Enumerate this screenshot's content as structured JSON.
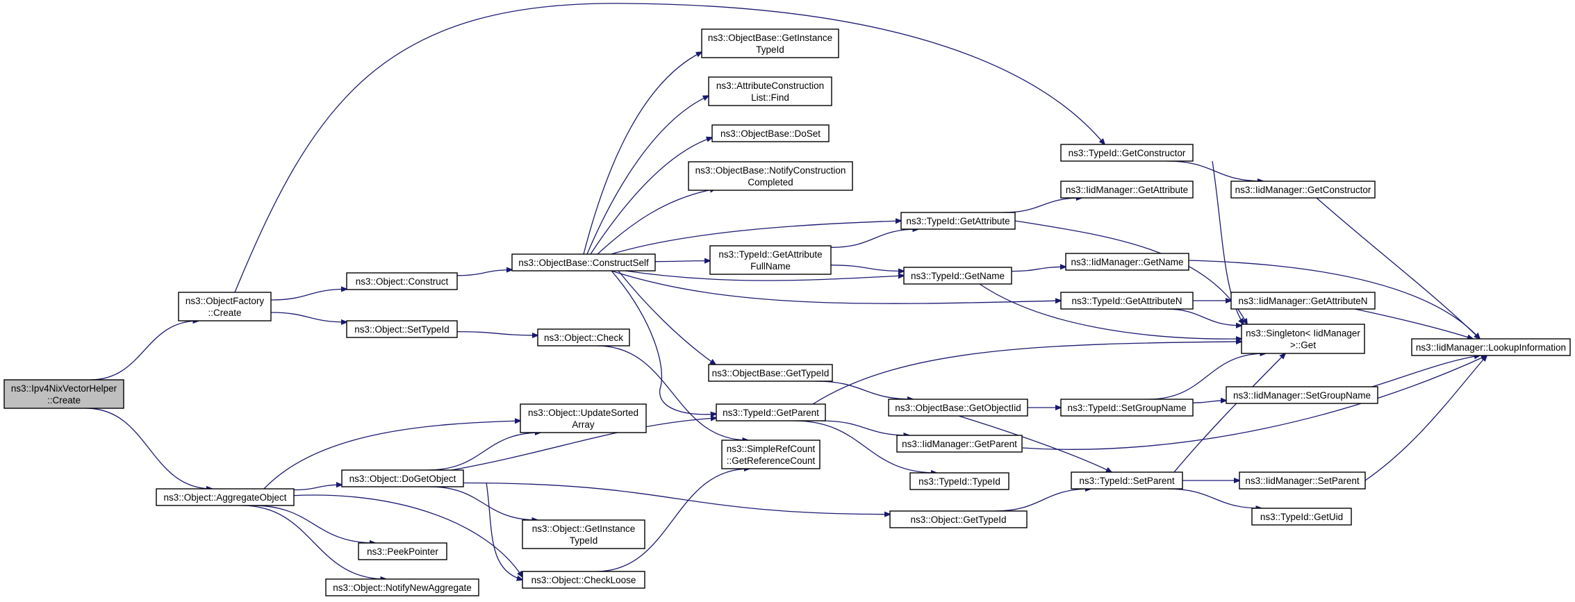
{
  "diagram": {
    "type": "call-graph",
    "root": "ipv4nix_create",
    "nodes": [
      {
        "id": "ipv4nix_create",
        "lines": [
          "ns3::Ipv4NixVectorHelper",
          "::Create"
        ]
      },
      {
        "id": "objfactory_create",
        "lines": [
          "ns3::ObjectFactory",
          "::Create"
        ]
      },
      {
        "id": "aggregate",
        "lines": [
          "ns3::Object::AggregateObject"
        ]
      },
      {
        "id": "construct",
        "lines": [
          "ns3::Object::Construct"
        ]
      },
      {
        "id": "settypeid",
        "lines": [
          "ns3::Object::SetTypeId"
        ]
      },
      {
        "id": "constructself",
        "lines": [
          "ns3::ObjectBase::ConstructSelf"
        ]
      },
      {
        "id": "getinstancetypeid_ob",
        "lines": [
          "ns3::ObjectBase::GetInstance",
          "TypeId"
        ]
      },
      {
        "id": "attrconsfind",
        "lines": [
          "ns3::AttributeConstruction",
          "List::Find"
        ]
      },
      {
        "id": "doset",
        "lines": [
          "ns3::ObjectBase::DoSet"
        ]
      },
      {
        "id": "notifycons",
        "lines": [
          "ns3::ObjectBase::NotifyConstruction",
          "Completed"
        ]
      },
      {
        "id": "getattrfullname",
        "lines": [
          "ns3::TypeId::GetAttribute",
          "FullName"
        ]
      },
      {
        "id": "ob_gettypeid",
        "lines": [
          "ns3::ObjectBase::GetTypeId"
        ]
      },
      {
        "id": "tid_getparent",
        "lines": [
          "ns3::TypeId::GetParent"
        ]
      },
      {
        "id": "object_check",
        "lines": [
          "ns3::Object::Check"
        ]
      },
      {
        "id": "updatesorted",
        "lines": [
          "ns3::Object::UpdateSorted",
          "Array"
        ]
      },
      {
        "id": "dogetobject",
        "lines": [
          "ns3::Object::DoGetObject"
        ]
      },
      {
        "id": "peekpointer",
        "lines": [
          "ns3::PeekPointer"
        ]
      },
      {
        "id": "notifynewagg",
        "lines": [
          "ns3::Object::NotifyNewAggregate"
        ]
      },
      {
        "id": "simplerefcount",
        "lines": [
          "ns3::SimpleRefCount",
          "::GetReferenceCount"
        ]
      },
      {
        "id": "obj_getinstancetypeid",
        "lines": [
          "ns3::Object::GetInstance",
          "TypeId"
        ]
      },
      {
        "id": "checkloose",
        "lines": [
          "ns3::Object::CheckLoose"
        ]
      },
      {
        "id": "tid_getattribute",
        "lines": [
          "ns3::TypeId::GetAttribute"
        ]
      },
      {
        "id": "tid_getname",
        "lines": [
          "ns3::TypeId::GetName"
        ]
      },
      {
        "id": "ob_getobjectiid",
        "lines": [
          "ns3::ObjectBase::GetObjectIid"
        ]
      },
      {
        "id": "iid_getparent",
        "lines": [
          "ns3::IidManager::GetParent"
        ]
      },
      {
        "id": "tid_typeid",
        "lines": [
          "ns3::TypeId::TypeId"
        ]
      },
      {
        "id": "obj_gettypeid",
        "lines": [
          "ns3::Object::GetTypeId"
        ]
      },
      {
        "id": "tid_getconstructor",
        "lines": [
          "ns3::TypeId::GetConstructor"
        ]
      },
      {
        "id": "iid_getattribute",
        "lines": [
          "ns3::IidManager::GetAttribute"
        ]
      },
      {
        "id": "iid_getname",
        "lines": [
          "ns3::IidManager::GetName"
        ]
      },
      {
        "id": "tid_getattributen",
        "lines": [
          "ns3::TypeId::GetAttributeN"
        ]
      },
      {
        "id": "tid_setgroupname",
        "lines": [
          "ns3::TypeId::SetGroupName"
        ]
      },
      {
        "id": "tid_setparent",
        "lines": [
          "ns3::TypeId::SetParent"
        ]
      },
      {
        "id": "iid_getconstructor",
        "lines": [
          "ns3::IidManager::GetConstructor"
        ]
      },
      {
        "id": "iid_getattributen",
        "lines": [
          "ns3::IidManager::GetAttributeN"
        ]
      },
      {
        "id": "singleton_get",
        "lines": [
          "ns3::Singleton< IidManager",
          ">::Get"
        ]
      },
      {
        "id": "iid_setgroupname",
        "lines": [
          "ns3::IidManager::SetGroupName"
        ]
      },
      {
        "id": "iid_setparent",
        "lines": [
          "ns3::IidManager::SetParent"
        ]
      },
      {
        "id": "tid_getuid",
        "lines": [
          "ns3::TypeId::GetUid"
        ]
      },
      {
        "id": "iid_lookup",
        "lines": [
          "ns3::IidManager::LookupInformation"
        ]
      }
    ],
    "edges": [
      [
        "ipv4nix_create",
        "objfactory_create"
      ],
      [
        "ipv4nix_create",
        "aggregate"
      ],
      [
        "objfactory_create",
        "construct"
      ],
      [
        "objfactory_create",
        "settypeid"
      ],
      [
        "objfactory_create",
        "tid_getconstructor"
      ],
      [
        "construct",
        "constructself"
      ],
      [
        "settypeid",
        "object_check"
      ],
      [
        "constructself",
        "getinstancetypeid_ob"
      ],
      [
        "constructself",
        "attrconsfind"
      ],
      [
        "constructself",
        "doset"
      ],
      [
        "constructself",
        "notifycons"
      ],
      [
        "constructself",
        "getattrfullname"
      ],
      [
        "constructself",
        "tid_getattribute"
      ],
      [
        "constructself",
        "tid_getname"
      ],
      [
        "constructself",
        "tid_getattributen"
      ],
      [
        "constructself",
        "ob_gettypeid"
      ],
      [
        "constructself",
        "tid_getparent"
      ],
      [
        "getattrfullname",
        "tid_getattribute"
      ],
      [
        "getattrfullname",
        "tid_getname"
      ],
      [
        "object_check",
        "simplerefcount"
      ],
      [
        "aggregate",
        "updatesorted"
      ],
      [
        "aggregate",
        "dogetobject"
      ],
      [
        "aggregate",
        "peekpointer"
      ],
      [
        "aggregate",
        "notifynewagg"
      ],
      [
        "aggregate",
        "checkloose"
      ],
      [
        "dogetobject",
        "updatesorted"
      ],
      [
        "dogetobject",
        "tid_getparent"
      ],
      [
        "dogetobject",
        "obj_getinstancetypeid"
      ],
      [
        "dogetobject",
        "checkloose"
      ],
      [
        "dogetobject",
        "obj_gettypeid"
      ],
      [
        "checkloose",
        "simplerefcount"
      ],
      [
        "ob_gettypeid",
        "ob_getobjectiid"
      ],
      [
        "tid_getparent",
        "singleton_get"
      ],
      [
        "tid_getparent",
        "iid_getparent"
      ],
      [
        "tid_getparent",
        "tid_typeid"
      ],
      [
        "ob_getobjectiid",
        "tid_setgroupname"
      ],
      [
        "ob_getobjectiid",
        "tid_setparent"
      ],
      [
        "obj_gettypeid",
        "tid_setparent"
      ],
      [
        "iid_getparent",
        "iid_lookup"
      ],
      [
        "tid_getconstructor",
        "iid_getconstructor"
      ],
      [
        "tid_getconstructor",
        "singleton_get"
      ],
      [
        "tid_getattribute",
        "iid_getattribute"
      ],
      [
        "tid_getattribute",
        "singleton_get"
      ],
      [
        "tid_getname",
        "iid_getname"
      ],
      [
        "tid_getname",
        "singleton_get"
      ],
      [
        "tid_getattributen",
        "iid_getattributen"
      ],
      [
        "tid_getattributen",
        "singleton_get"
      ],
      [
        "tid_setgroupname",
        "iid_setgroupname"
      ],
      [
        "tid_setgroupname",
        "singleton_get"
      ],
      [
        "tid_setparent",
        "iid_setparent"
      ],
      [
        "tid_setparent",
        "tid_getuid"
      ],
      [
        "tid_setparent",
        "singleton_get"
      ],
      [
        "iid_getconstructor",
        "iid_lookup"
      ],
      [
        "iid_getname",
        "iid_lookup"
      ],
      [
        "iid_getattributen",
        "iid_lookup"
      ],
      [
        "iid_setgroupname",
        "iid_lookup"
      ],
      [
        "iid_setparent",
        "iid_lookup"
      ]
    ]
  }
}
